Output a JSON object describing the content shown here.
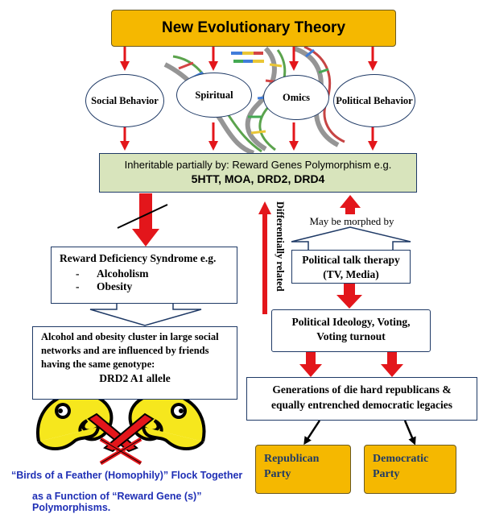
{
  "title": "New Evolutionary Theory",
  "ovals": {
    "social": "Social Behavior",
    "spiritual": "Spiritual",
    "omics": "Omics",
    "political": "Political Behavior"
  },
  "inherit": {
    "line1": "Inheritable partially by: Reward Genes Polymorphism e.g.",
    "line2": "5HTT, MOA, DRD2, DRD4"
  },
  "rds": {
    "heading": "Reward Deficiency Syndrome e.g.",
    "items": [
      "Alcoholism",
      "Obesity"
    ]
  },
  "alcohol": {
    "text": "Alcohol and obesity cluster in large social networks and are influenced by friends having the same genotype:",
    "allele": "DRD2 A1 allele"
  },
  "labels": {
    "differentially": "Differentially related",
    "morphed": "May be morphed by"
  },
  "talk": {
    "line1": "Political talk therapy",
    "line2": "(TV, Media)"
  },
  "ideology": {
    "line1": "Political Ideology, Voting,",
    "line2": "Voting turnout"
  },
  "generations": {
    "line1": "Generations of die hard republicans &",
    "line2": "equally entrenched democratic legacies"
  },
  "parties": {
    "republican": "Republican Party",
    "democratic": "Democratic Party"
  },
  "caption": {
    "line1": "“Birds of a Feather (Homophily)” Flock Together",
    "line2": "as a Function of “Reward Gene (s)” Polymorphisms."
  },
  "colors": {
    "arrow_red": "#e3161b",
    "gold": "#f5b800",
    "green_box": "#d8e4bc",
    "navy": "#1f3a66",
    "caption_blue": "#1f2fb5",
    "bird_yellow": "#f6e71d"
  }
}
